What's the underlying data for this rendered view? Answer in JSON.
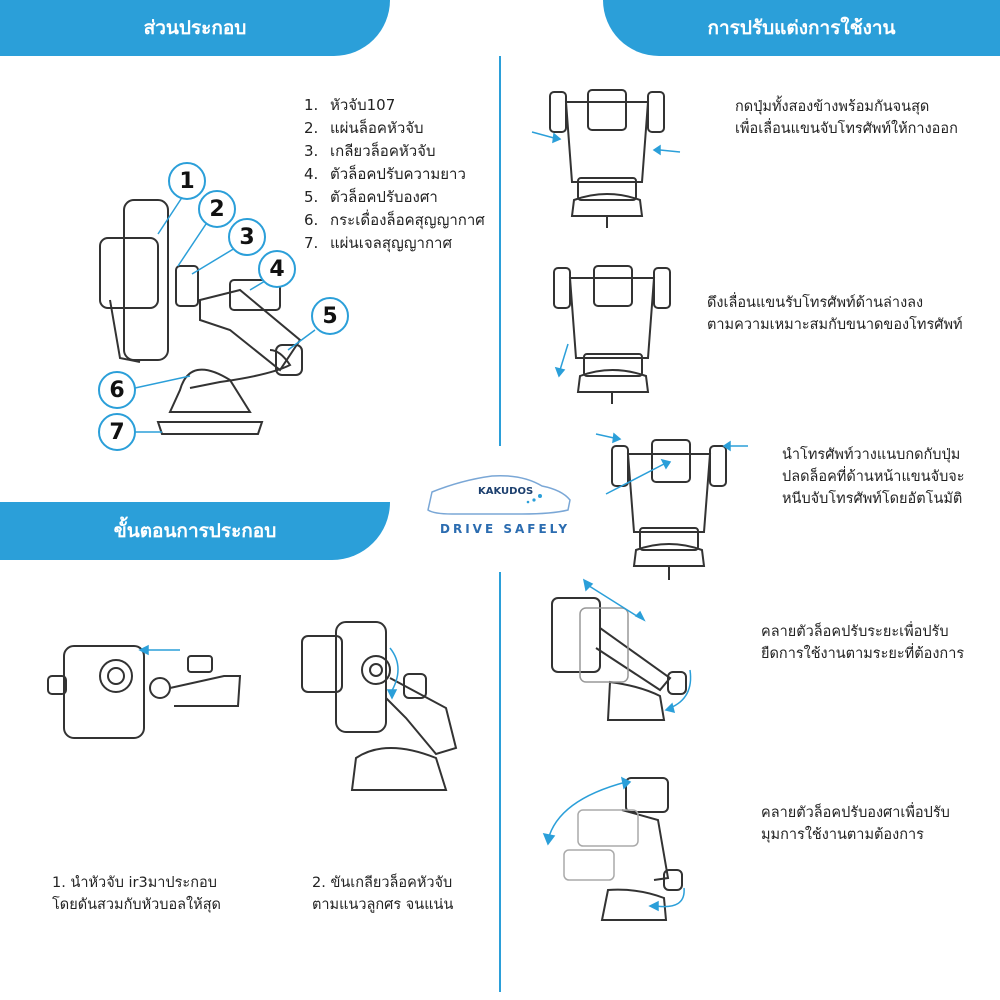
{
  "sections": {
    "parts_title": "ส่วนประกอบ",
    "usage_title": "การปรับแต่งการใช้งาน",
    "assembly_title": "ขั้นตอนการประกอบ"
  },
  "parts": [
    {
      "num": "1.",
      "label": "หัวจับ107"
    },
    {
      "num": "2.",
      "label": "แผ่นล็อคหัวจับ"
    },
    {
      "num": "3.",
      "label": "เกลียวล็อคหัวจับ"
    },
    {
      "num": "4.",
      "label": "ตัวล็อคปรับความยาว"
    },
    {
      "num": "5.",
      "label": "ตัวล็อคปรับองศา"
    },
    {
      "num": "6.",
      "label": "กระเดื่องล็อคสุญญากาศ"
    },
    {
      "num": "7.",
      "label": "แผ่นเจลสุญญากาศ"
    }
  ],
  "callouts": [
    "1",
    "2",
    "3",
    "4",
    "5",
    "6",
    "7"
  ],
  "usage_steps": [
    {
      "line1": "กดปุ่มทั้งสองข้างพร้อมกันจนสุด",
      "line2": "เพื่อเลื่อนแขนจับโทรศัพท์ให้กางออก"
    },
    {
      "line1": "ดึงเลื่อนแขนรับโทรศัพท์ด้านล่างลง",
      "line2": "ตามความเหมาะสมกับขนาดของโทรศัพท์"
    },
    {
      "line1": "นำโทรศัพท์วางแนบกดกับปุ่ม",
      "line2": "ปลดล็อคที่ด้านหน้าแขนจับจะ",
      "line3": "หนีบจับโทรศัพท์โดยอัตโนมัติ"
    },
    {
      "line1": "คลายตัวล็อคปรับระยะเพื่อปรับ",
      "line2": "ยืดการใช้งานตามระยะที่ต้องการ"
    },
    {
      "line1": "คลายตัวล็อคปรับองศาเพื่อปรับ",
      "line2": "มุมการใช้งานตามต้องการ"
    }
  ],
  "assembly_steps": [
    {
      "line1": "1. นำหัวจับ ir3มาประกอบ",
      "line2": "โดยดันสวมกับหัวบอลให้สุด"
    },
    {
      "line1": "2. ขันเกลียวล็อคหัวจับ",
      "line2": "ตามแนวลูกศร จนแน่น"
    }
  ],
  "logo": {
    "brand": "KAKUDOS",
    "tagline": "DRIVE SAFELY"
  },
  "colors": {
    "accent": "#2b9fd9",
    "logo_navy": "#1c3f6e"
  }
}
